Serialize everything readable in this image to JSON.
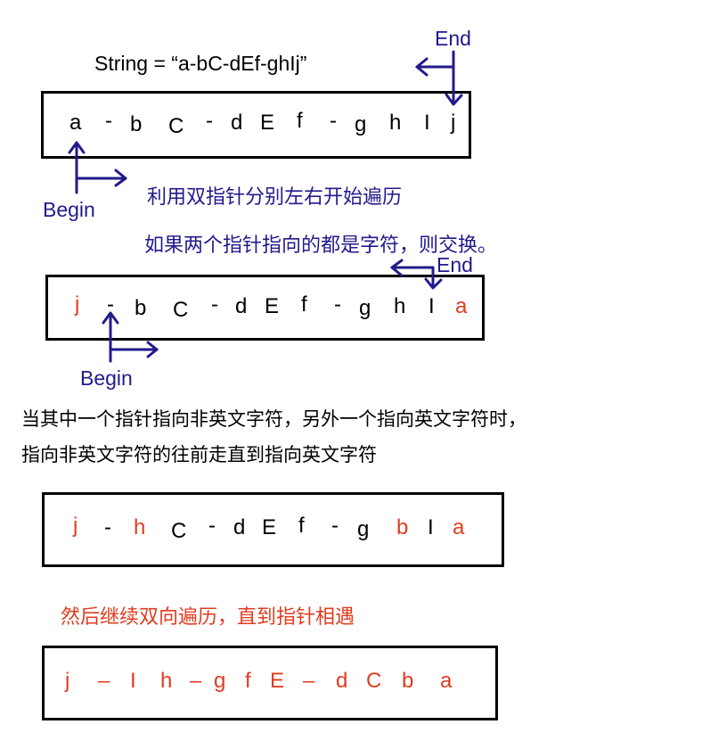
{
  "string_label": "String = “a-bC-dEf-ghIj”",
  "pointer_labels": {
    "end": "End",
    "begin": "Begin"
  },
  "notes": {
    "step1_line1": "利用双指针分别左右开始遍历",
    "step1_line2": "如果两个指针指向的都是字符，则交换。",
    "step2_line1": "当其中一个指针指向非英文字符，另外一个指向英文字符时，",
    "step2_line2": "指向非英文字符的往前走直到指向英文字符",
    "step3": "然后继续双向遍历，直到指针相遇"
  },
  "rows": [
    [
      "a",
      "-",
      "b",
      "C",
      "-",
      "d",
      "E",
      "f",
      "-",
      "g",
      "h",
      "I",
      "j"
    ],
    [
      "j",
      "-",
      "b",
      "C",
      "-",
      "d",
      "E",
      "f",
      "-",
      "g",
      "h",
      "I",
      "a"
    ],
    [
      "j",
      "-",
      "h",
      "C",
      "-",
      "d",
      "E",
      "f",
      "-",
      "g",
      "b",
      "I",
      "a"
    ],
    [
      "j",
      "–",
      "I",
      "h",
      "–",
      "g",
      "f",
      "E",
      "–",
      "d",
      "C",
      "b",
      "a"
    ]
  ],
  "colors": {
    "accent_blue": "#221a8c",
    "highlight_red": "#e03c1f",
    "text": "#000000"
  }
}
